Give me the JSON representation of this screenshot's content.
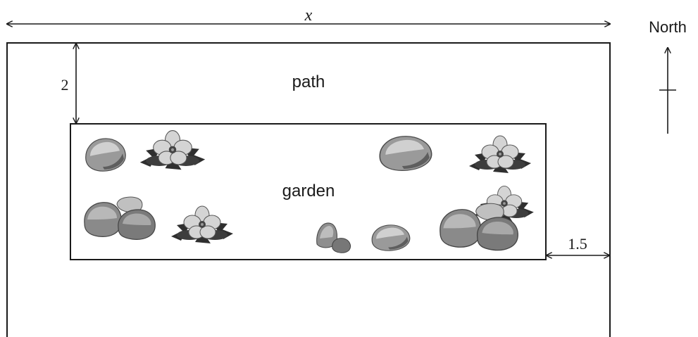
{
  "labels": {
    "width_variable": "x",
    "north": "North",
    "path": "path",
    "garden": "garden",
    "top_gap": "2",
    "right_gap": "1.5"
  },
  "colors": {
    "ink": "#1a1a1a",
    "rock_light": "#bdbdbd",
    "rock_mid": "#8f8f8f",
    "rock_dark": "#5e5e5e",
    "petal": "#cfcfcf",
    "leaf": "#3a3a3a"
  },
  "decorations": [
    "rock-icon",
    "flower-icon",
    "rock-icon",
    "flower-icon",
    "rock-pile-icon",
    "flower-icon",
    "pebbles-icon",
    "rock-icon",
    "rock-flower-cluster-icon"
  ]
}
